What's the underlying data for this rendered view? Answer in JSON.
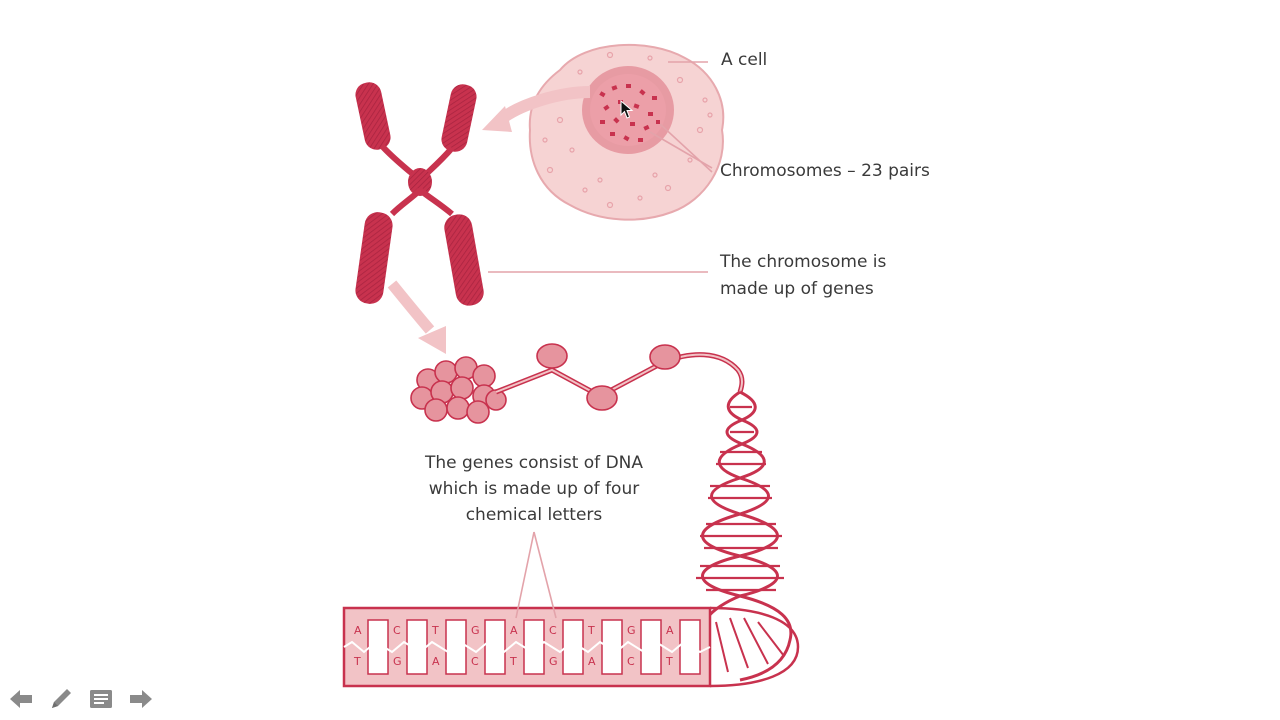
{
  "labels": {
    "cell": "A cell",
    "chromosomes": "Chromosomes – 23 pairs",
    "chromosome_genes_line1": "The chromosome is",
    "chromosome_genes_line2": "made up of genes",
    "dna_line1": "The genes consist of DNA",
    "dna_line2": "which is made up of four",
    "dna_line3": "chemical letters"
  },
  "dna_top_letters": [
    "A",
    "C",
    "T",
    "G",
    "A",
    "C",
    "T",
    "G",
    "A"
  ],
  "dna_bottom_letters": [
    "T",
    "G",
    "A",
    "C",
    "T",
    "G",
    "A",
    "C",
    "T"
  ],
  "controls": [
    {
      "name": "previous-slide-button",
      "icon": "arrow-left-icon"
    },
    {
      "name": "pen-tool-button",
      "icon": "pencil-icon"
    },
    {
      "name": "slide-menu-button",
      "icon": "menu-icon"
    },
    {
      "name": "next-slide-button",
      "icon": "arrow-right-icon"
    }
  ],
  "colors": {
    "primary": "#c8324e",
    "light": "#f2c3c6",
    "cell_fill": "#f6d3d3",
    "nucleus": "#e79ba3",
    "label_text": "#3a3a3a",
    "leader_line": "#e3a3aa",
    "controls": "#8a8a8a"
  }
}
